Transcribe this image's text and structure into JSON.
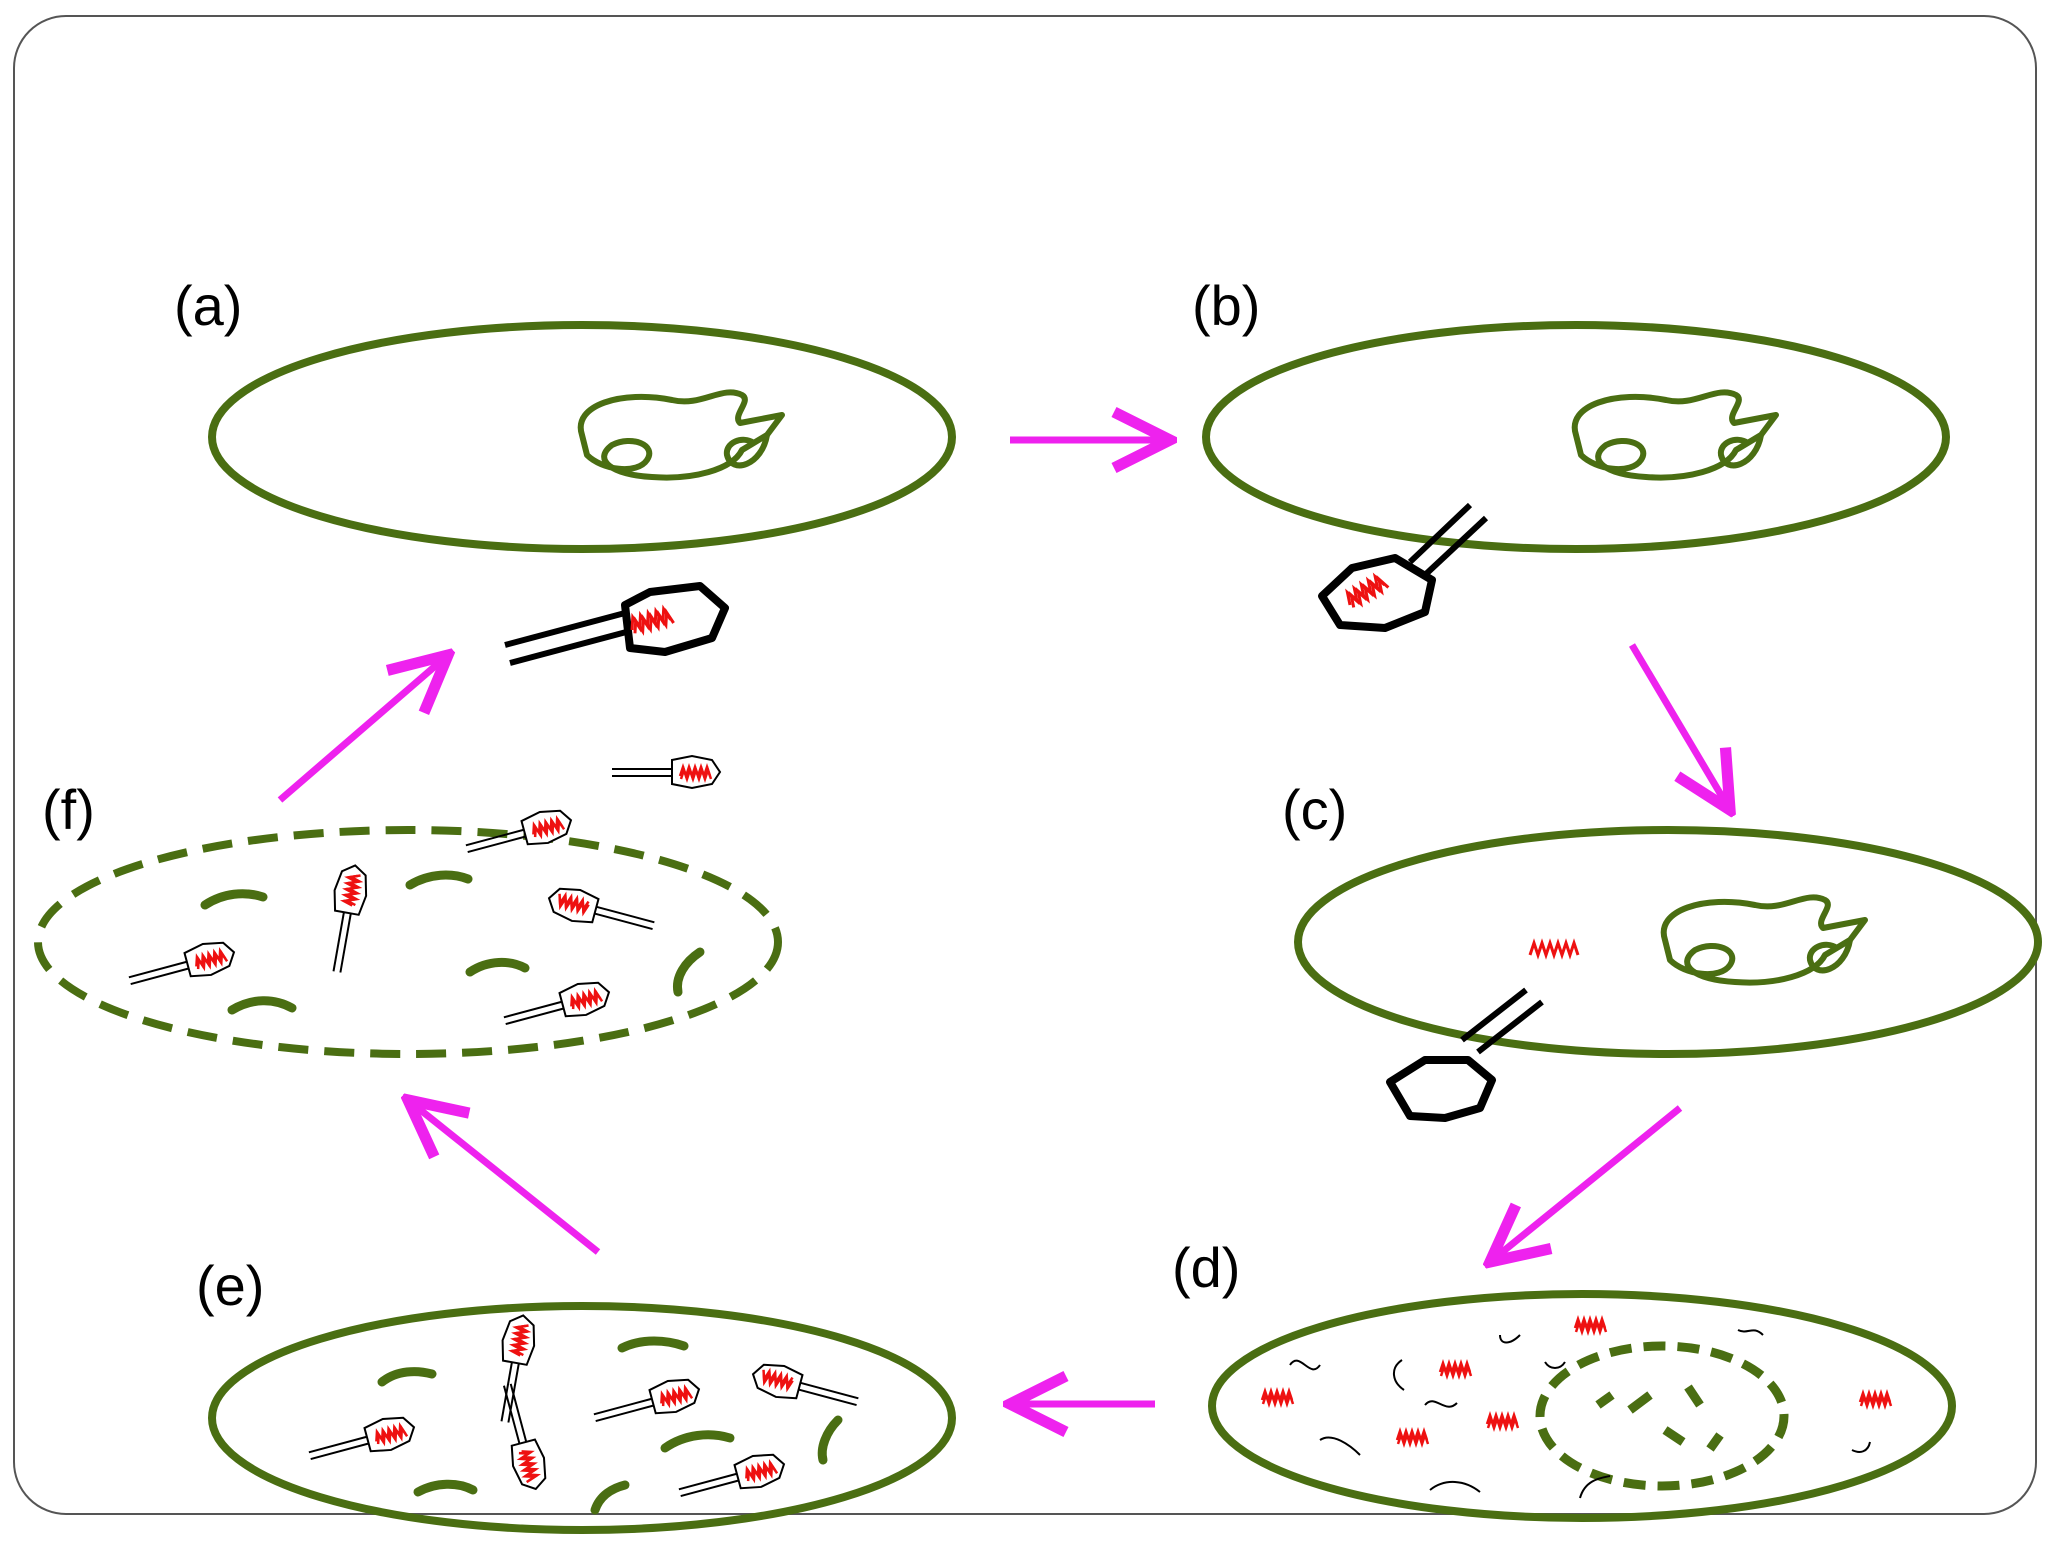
{
  "panels": [
    {
      "id": "a",
      "label": "(a)"
    },
    {
      "id": "b",
      "label": "(b)"
    },
    {
      "id": "c",
      "label": "(c)"
    },
    {
      "id": "d",
      "label": "(d)"
    },
    {
      "id": "e",
      "label": "(e)"
    },
    {
      "id": "f",
      "label": "(f)"
    }
  ],
  "colors": {
    "cell_wall": "#4a6e12",
    "arrow": "#ee22ee",
    "dna": "#ee1111",
    "phage": "#000000",
    "frame": "#555555"
  }
}
